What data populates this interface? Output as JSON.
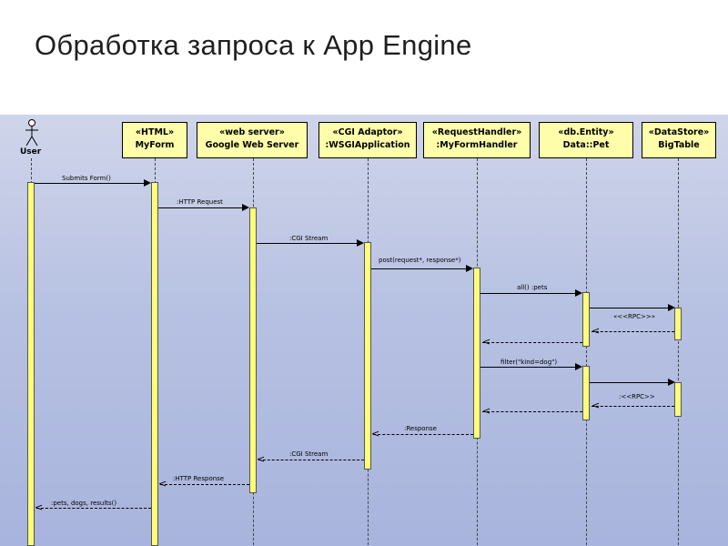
{
  "title": "Обработка запроса к App Engine",
  "actor": {
    "label": "User"
  },
  "participants": [
    {
      "stereotype": "«HTML»",
      "name": "MyForm"
    },
    {
      "stereotype": "«web server»",
      "name": "Google Web Server"
    },
    {
      "stereotype": "«CGI Adaptor»",
      "name": ":WSGIApplication"
    },
    {
      "stereotype": "«RequestHandler»",
      "name": ":MyFormHandler"
    },
    {
      "stereotype": "«db.Entity»",
      "name": "Data::Pet"
    },
    {
      "stereotype": "«DataStore»",
      "name": "BigTable"
    }
  ],
  "messages": [
    {
      "label": "Submits Form()"
    },
    {
      "label": ":HTTP Request"
    },
    {
      "label": ":CGI Stream"
    },
    {
      "label": "post(request*, response*)"
    },
    {
      "label": "all() :pets"
    },
    {
      "label": "«<<RPC>>»"
    },
    {
      "label": "filter(\"kind=dog\")"
    },
    {
      "label": ":<<RPC>>"
    },
    {
      "label": ":Response"
    },
    {
      "label": ":CGI Stream"
    },
    {
      "label": ":HTTP Response"
    },
    {
      "label": ":pets, dogs, results()"
    }
  ],
  "colors": {
    "box_fill": "#fdfdaa",
    "activation_fill": "#fdfd7a",
    "background_top": "#cfd5ea",
    "background_bottom": "#a8b4dd"
  }
}
